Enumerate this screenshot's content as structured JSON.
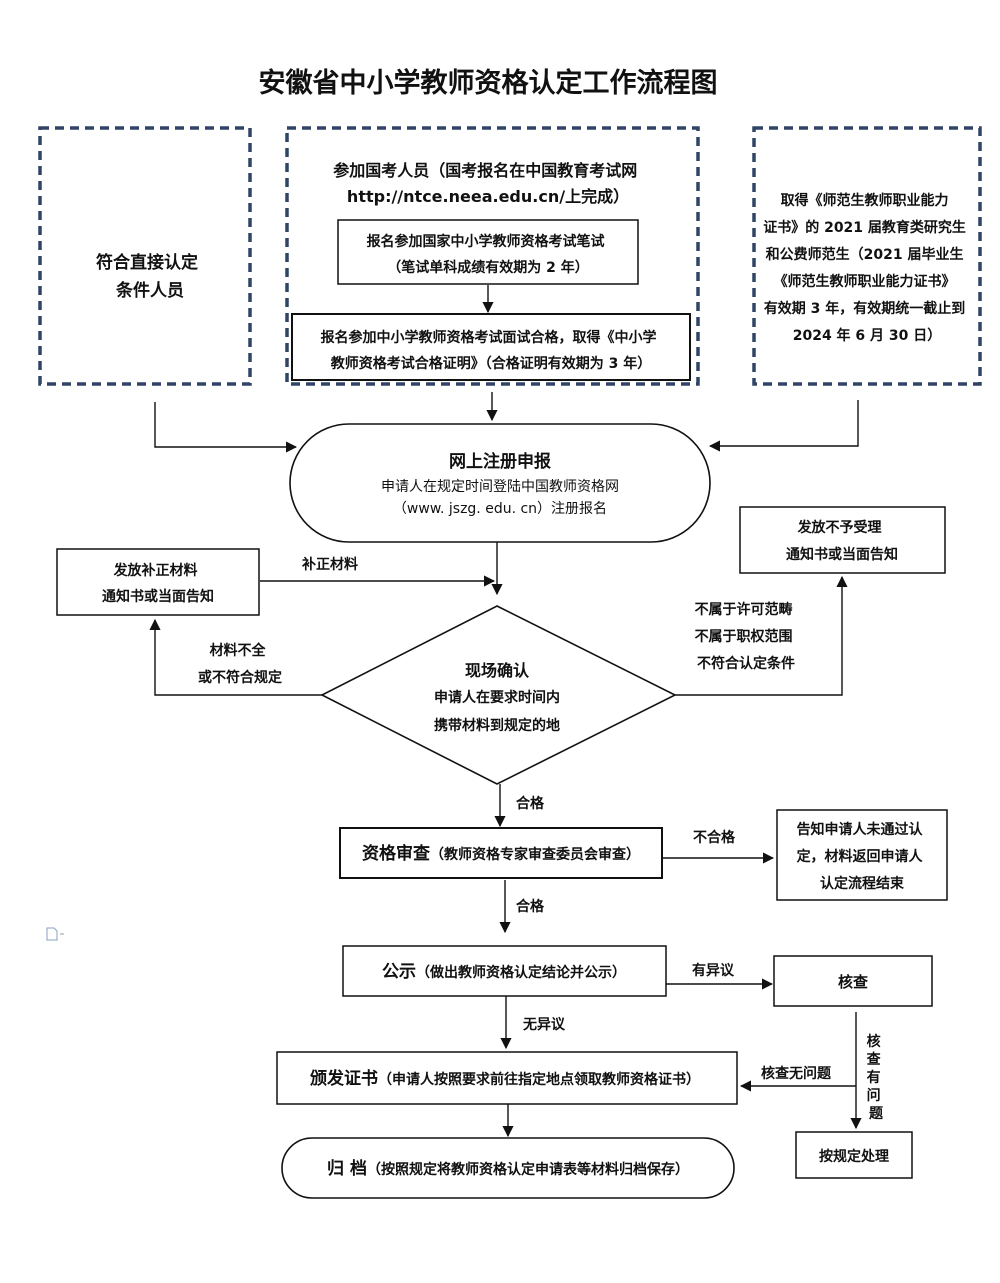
{
  "title": "安徽省中小学教师资格认定工作流程图",
  "direct": [
    "符合直接认定",
    "条件人员"
  ],
  "exam": {
    "intro": [
      "参加国考人员（国考报名在中国教育考试网",
      "http://ntce.neea.edu.cn/上完成）"
    ],
    "written": [
      "报名参加国家中小学教师资格考试笔试",
      "（笔试单科成绩有效期为 2 年）"
    ],
    "interview": [
      "报名参加中小学教师资格考试面试合格，取得《中小学",
      "教师资格考试合格证明》（合格证明有效期为 3 年）"
    ]
  },
  "graduates": [
    "取得《师范生教师职业能力",
    "证书》的 2021 届教育类研究生",
    "和公费师范生（2021 届毕业生",
    "《师范生教师职业能力证书》",
    "有效期 3 年，有效期统一截止到",
    "2024 年 6 月 30 日）"
  ],
  "register": {
    "title": "网上注册申报",
    "line1": "申请人在规定时间登陆中国教师资格网",
    "line2": "（www. jszg. edu. cn）注册报名"
  },
  "supplement_notice": [
    "发放补正材料",
    "通知书或当面告知"
  ],
  "supplement_label": "补正材料",
  "reject_notice": [
    "发放不予受理",
    "通知书或当面告知"
  ],
  "reject_reasons": [
    "不属于许可范畴",
    "不属于职权范围",
    "不符合认定条件"
  ],
  "incomplete": [
    "材料不全",
    "或不符合规定"
  ],
  "onsite": {
    "title": "现场确认",
    "line1": "申请人在要求时间内",
    "line2": "携带材料到规定的地"
  },
  "pass1": "合格",
  "review": {
    "title": "资格审查",
    "note": "（教师资格专家审查委员会审查）"
  },
  "fail_label": "不合格",
  "fail_box": [
    "告知申请人未通过认",
    "定，材料返回申请人",
    "认定流程结束"
  ],
  "pass2": "合格",
  "publicity": {
    "title": "公示",
    "note": "（做出教师资格认定结论并公示）"
  },
  "objection_label": "有异议",
  "verify": "核查",
  "no_objection": "无异议",
  "issue": {
    "title": "颁发证书",
    "note": "（申请人按照要求前往指定地点领取教师资格证书）"
  },
  "verify_ok": "核查无问题",
  "verify_problem": [
    "核",
    "查",
    "有",
    "问",
    "题"
  ],
  "handle": "按规定处理",
  "archive": {
    "title": "归 档",
    "note": "（按照规定将教师资格认定申请表等材料归档保存）"
  }
}
